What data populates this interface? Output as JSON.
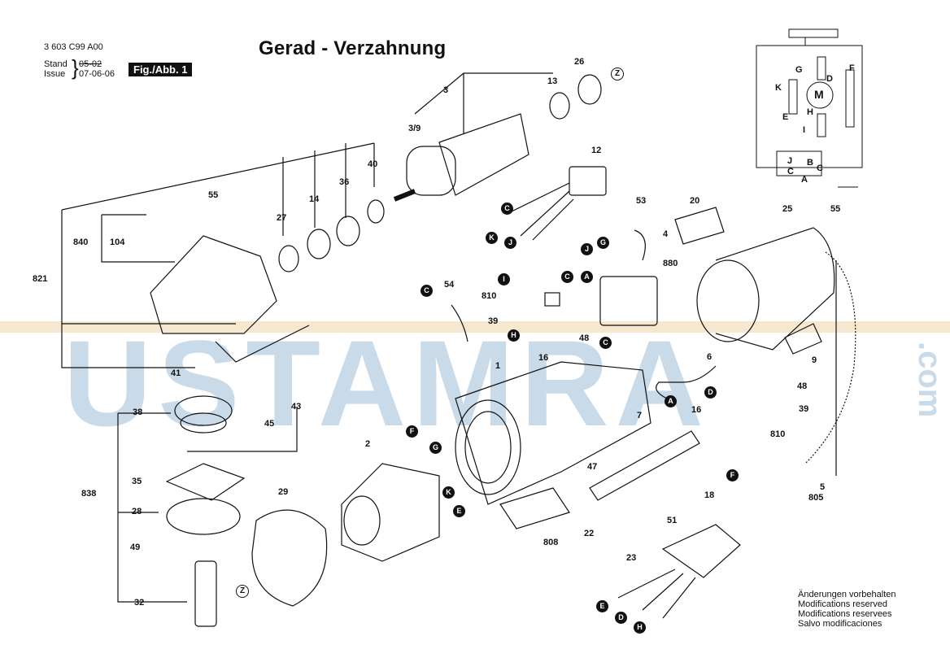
{
  "header": {
    "doc_number": "3 603 C99 A00",
    "stand_label": "Stand",
    "issue_label": "Issue",
    "stand_date": "05-02",
    "issue_date": "07-06-06",
    "fig_label": "Fig./Abb. 1",
    "title": "Gerad - Verzahnung"
  },
  "watermark": {
    "text": "USTAMRA",
    "suffix": ".com"
  },
  "part_labels": {
    "p3": "3",
    "p3_9": "3/9",
    "p13": "13",
    "p26": "26",
    "p12": "12",
    "p53": "53",
    "p4": "4",
    "p880": "880",
    "p20": "20",
    "p25": "25",
    "p55b": "55",
    "p55": "55",
    "p27": "27",
    "p14": "14",
    "p36": "36",
    "p40": "40",
    "p840": "840",
    "p104": "104",
    "p821": "821",
    "p54": "54",
    "p810": "810",
    "p39": "39",
    "p48": "48",
    "p16": "16",
    "p6": "6",
    "p9": "9",
    "p1": "1",
    "p41": "41",
    "p45": "45",
    "p43": "43",
    "p38": "38",
    "p48b": "48",
    "p16b": "16",
    "p39b": "39",
    "p810b": "810",
    "p7": "7",
    "p2": "2",
    "p47": "47",
    "p18": "18",
    "p5": "5",
    "p805": "805",
    "p838": "838",
    "p35": "35",
    "p28": "28",
    "p29": "29",
    "p49": "49",
    "p808": "808",
    "p22": "22",
    "p51": "51",
    "p23": "23",
    "p32": "32"
  },
  "connectors": {
    "z1": "Z",
    "z2": "Z",
    "c1": "C",
    "k1": "K",
    "j1": "J",
    "j2": "J",
    "g1": "G",
    "i1": "I",
    "c2": "C",
    "a1": "A",
    "h1": "H",
    "c3": "C",
    "c4": "C",
    "a2": "A",
    "d1": "D",
    "f1": "F",
    "g2": "G",
    "k2": "K",
    "e1": "E",
    "f2": "F",
    "e2": "E",
    "d2": "D",
    "h2": "H"
  },
  "schematic": {
    "motor": "M",
    "g": "G",
    "d": "D",
    "f": "F",
    "k": "K",
    "e": "E",
    "h": "H",
    "i": "I",
    "j": "J",
    "c": "C",
    "b": "B",
    "c2": "C",
    "a": "A"
  },
  "notes": [
    "Änderungen vorbehalten",
    "Modifications reserved",
    "Modifications reservees",
    "Salvo modificaciones"
  ]
}
